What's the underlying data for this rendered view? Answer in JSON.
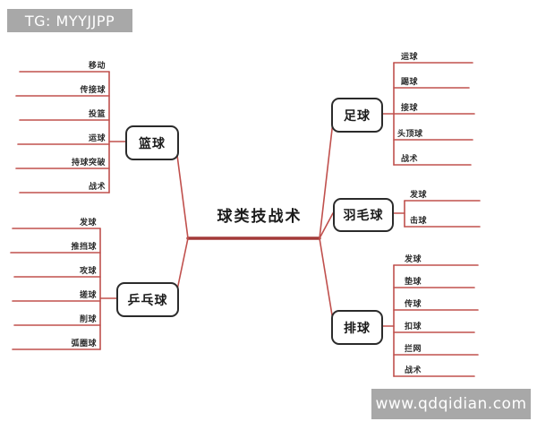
{
  "watermarks": {
    "top_left": "TG: MYYJJPP",
    "bottom_right": "www.qdqidian.com"
  },
  "colors": {
    "edge_red": "#c0504d",
    "edge_dark_red": "#a33a38",
    "node_border": "#2b2b2b",
    "text": "#1b1b1b",
    "background": "#ffffff",
    "watermark_bg": "#a8a8a8",
    "watermark_text": "#ffffff"
  },
  "chart_data": {
    "type": "diagram",
    "diagram_type": "mind-map",
    "title": "球类技战术",
    "root": {
      "label": "球类技战术",
      "children": [
        {
          "label": "篮球",
          "side": "left",
          "children": [
            "移动",
            "传接球",
            "投篮",
            "运球",
            "持球突破",
            "战术"
          ]
        },
        {
          "label": "乒乓球",
          "side": "left",
          "children": [
            "发球",
            "推挡球",
            "攻球",
            "搓球",
            "削球",
            "弧圈球"
          ]
        },
        {
          "label": "足球",
          "side": "right",
          "children": [
            "运球",
            "踢球",
            "接球",
            "头顶球",
            "战术"
          ]
        },
        {
          "label": "羽毛球",
          "side": "right",
          "children": [
            "发球",
            "击球"
          ]
        },
        {
          "label": "排球",
          "side": "right",
          "children": [
            "发球",
            "垫球",
            "传球",
            "扣球",
            "拦网",
            "战术"
          ]
        }
      ]
    }
  },
  "center": {
    "label": "球类技战术"
  },
  "branches": {
    "basketball": {
      "label": "篮球",
      "items": [
        "移动",
        "传接球",
        "投篮",
        "运球",
        "持球突破",
        "战术"
      ]
    },
    "tabletennis": {
      "label": "乒乓球",
      "items": [
        "发球",
        "推挡球",
        "攻球",
        "搓球",
        "削球",
        "弧圈球"
      ]
    },
    "football": {
      "label": "足球",
      "items": [
        "运球",
        "踢球",
        "接球",
        "头顶球",
        "战术"
      ]
    },
    "badminton": {
      "label": "羽毛球",
      "items": [
        "发球",
        "击球"
      ]
    },
    "volleyball": {
      "label": "排球",
      "items": [
        "发球",
        "垫球",
        "传球",
        "扣球",
        "拦网",
        "战术"
      ]
    }
  }
}
